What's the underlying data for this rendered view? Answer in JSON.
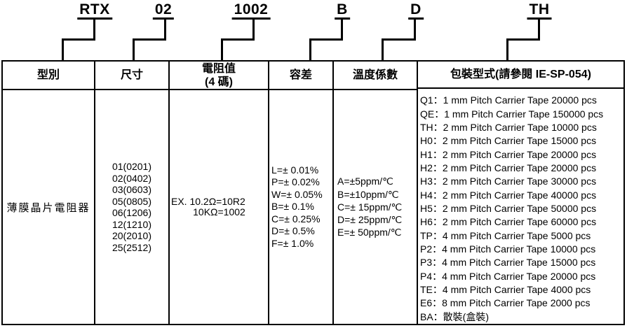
{
  "part_number": {
    "segments": [
      {
        "code": "RTX"
      },
      {
        "code": "02"
      },
      {
        "code": "1002"
      },
      {
        "code": "B"
      },
      {
        "code": "D"
      },
      {
        "code": "TH"
      }
    ]
  },
  "table": {
    "headers": {
      "type": "型別",
      "size": "尺寸",
      "resistance_line1": "電阻值",
      "resistance_line2": "(4 碼)",
      "tolerance": "容差",
      "tempco": "溫度係數",
      "packaging": "包裝型式(請參閱 IE-SP-054)"
    },
    "type_value": "薄膜晶片電阻器",
    "sizes": [
      "01(0201)",
      "02(0402)",
      "03(0603)",
      "05(0805)",
      "06(1206)",
      "12(1210)",
      "20(2010)",
      "25(2512)"
    ],
    "resistance_example": {
      "line1": "EX. 10.2Ω=10R2",
      "line2": "10KΩ=1002"
    },
    "tolerances": [
      "L=± 0.01%",
      "P=± 0.02%",
      "W=± 0.05%",
      "B=± 0.1%",
      "C=± 0.25%",
      "D=± 0.5%",
      "F=± 1.0%"
    ],
    "tempcos": [
      "A=±5ppm/℃",
      "B=±10ppm/℃",
      "C=± 15ppm/℃",
      "D=± 25ppm/℃",
      "E=± 50ppm/℃"
    ],
    "packaging_options": [
      "Q1：1 mm Pitch Carrier Tape 20000 pcs",
      "QE：1 mm Pitch Carrier Tape 150000 pcs",
      "TH：2 mm Pitch Carrier Tape 10000 pcs",
      "H0：2 mm Pitch Carrier Tape 15000 pcs",
      "H1：2 mm Pitch Carrier Tape 20000 pcs",
      "H2：2 mm Pitch Carrier Tape 20000 pcs",
      "H3：2 mm Pitch Carrier Tape 30000 pcs",
      "H4：2 mm Pitch Carrier Tape 40000 pcs",
      "H5：2 mm Pitch Carrier Tape 50000 pcs",
      "H6：2 mm Pitch Carrier Tape 60000 pcs",
      "TP：4 mm Pitch Carrier Tape 5000 pcs",
      "P2：4 mm Pitch Carrier Tape 10000 pcs",
      "P3：4 mm Pitch Carrier Tape 15000 pcs",
      "P4：4 mm Pitch Carrier Tape 20000 pcs",
      "TE：4 mm Pitch Carrier Tape 4000 pcs",
      "E6：8 mm Pitch Carrier Tape 2000 pcs",
      "BA：散裝(盒裝)"
    ]
  }
}
